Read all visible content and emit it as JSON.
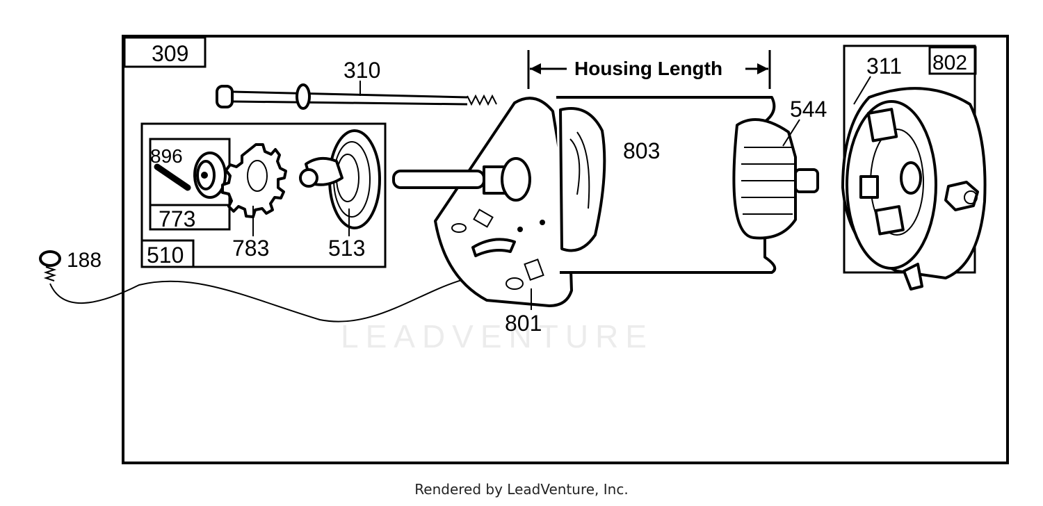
{
  "diagram": {
    "watermark": "LEADVENTURE",
    "callouts": {
      "c309": "309",
      "c310": "310",
      "housing_length": "Housing Length",
      "c311": "311",
      "c802": "802",
      "c544": "544",
      "c803": "803",
      "c896": "896",
      "c773": "773",
      "c783": "783",
      "c513": "513",
      "c510": "510",
      "c188": "188",
      "c801": "801"
    }
  },
  "footer": {
    "text": "Rendered by LeadVenture, Inc."
  }
}
